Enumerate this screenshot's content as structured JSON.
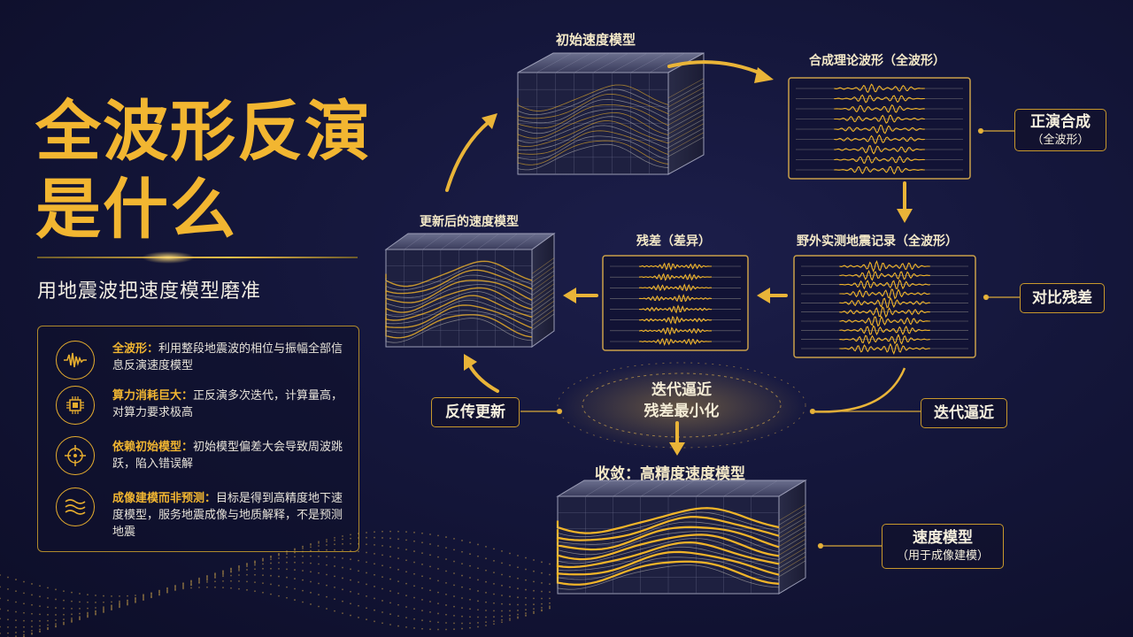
{
  "title": {
    "line1": "全波形反演",
    "line2": "是什么"
  },
  "subtitle": "用地震波把速度模型磨准",
  "info": [
    {
      "icon": "waveform-icon",
      "label": "全波形：",
      "text": "利用整段地震波的相位与振幅全部信息反演速度模型"
    },
    {
      "icon": "chip-icon",
      "label": "算力消耗巨大：",
      "text": "正反演多次迭代，计算量高，对算力要求极高"
    },
    {
      "icon": "crosshair-icon",
      "label": "依赖初始模型：",
      "text": "初始模型偏差大会导致周波跳跃，陷入错误解"
    },
    {
      "icon": "layers-wave-icon",
      "label": "成像建模而非预测：",
      "text": "目标是得到高精度地下速度模型，服务地震成像与地质解释，不是预测地震"
    }
  ],
  "nodes": {
    "initial_model": "初始速度模型",
    "synthetic": "合成理论波形（全波形）",
    "observed": "野外实测地震记录（全波形）",
    "residual": "残差（差异）",
    "updated_model": "更新后的速度模型",
    "converged": "收敛：高精度速度模型"
  },
  "center": {
    "line1": "迭代逼近",
    "line2": "残差最小化"
  },
  "callouts": {
    "forward": {
      "line1": "正演合成",
      "line2": "（全波形）"
    },
    "compare": {
      "line1": "对比残差"
    },
    "backprop": {
      "line1": "反传更新"
    },
    "iterate": {
      "line1": "迭代逼近"
    },
    "velocity": {
      "line1": "速度模型",
      "line2": "（用于成像建模）"
    }
  },
  "colors": {
    "accent": "#f2b631",
    "background": "#14163a",
    "panel_border": "#c9a04a"
  }
}
